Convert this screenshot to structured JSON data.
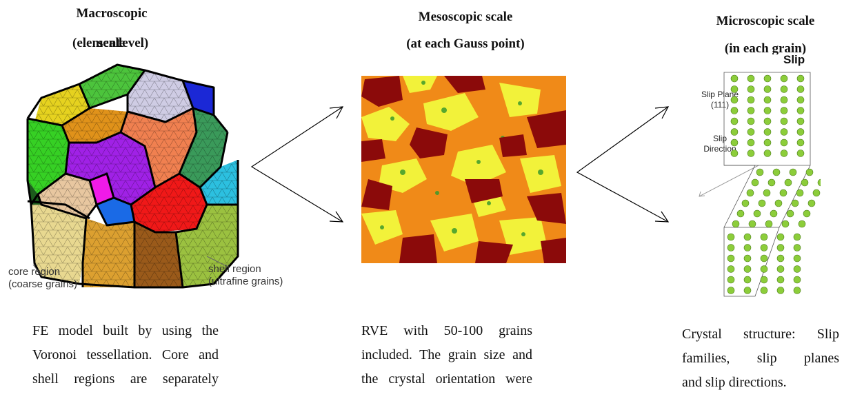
{
  "macro": {
    "title_line1": "Macroscopic",
    "title_line2a": "(element",
    "title_line2b": "scale",
    "title_line2c": "level)",
    "core_label_1": "core region",
    "core_label_2": "(coarse grains)",
    "shell_label_1": "shell region",
    "shell_label_2": "(ultrafine grains)",
    "caption": [
      "FE model built by using the",
      "Voronoi tessellation. Core and",
      "shell regions are separately"
    ]
  },
  "meso": {
    "title_line1": "Mesoscopic scale",
    "title_line2": "(at each Gauss point)",
    "caption": [
      "RVE with 50-100 grains",
      "included. The grain size and",
      "the crystal orientation were"
    ]
  },
  "micro": {
    "title_line1": "Microscopic scale",
    "title_line2": "(in each grain)",
    "slip_title": "Slip",
    "slip_plane_1": "Slip Plane",
    "slip_plane_2": "(111)",
    "slip_dir_1": "Slip",
    "slip_dir_2": "Direction",
    "caption": [
      "Crystal structure: Slip",
      "families, slip planes",
      "and slip directions."
    ]
  },
  "colors": {
    "meso_dark": "#8b0a0a",
    "meso_orange": "#f08a18",
    "meso_yellow": "#f2f23a",
    "meso_green": "#3c9a2c",
    "atom_green": "#8ccd3a"
  }
}
